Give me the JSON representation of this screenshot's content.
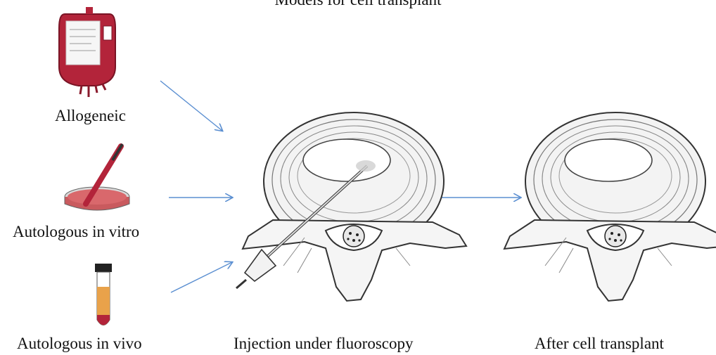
{
  "title": "Models for cell transplant",
  "sources": [
    {
      "label": "Allogeneic",
      "icon": "blood-bag-icon"
    },
    {
      "label": "Autologous in vitro",
      "icon": "petri-dish-icon"
    },
    {
      "label": "Autologous in vivo",
      "icon": "test-tube-icon"
    }
  ],
  "steps": [
    {
      "label": "Injection under fluoroscopy",
      "icon": "vertebra-with-needle-icon"
    },
    {
      "label": "After cell transplant",
      "icon": "vertebra-icon"
    }
  ],
  "colors": {
    "arrow": "#5b8fd1",
    "blood": "#b3243a",
    "tube_fluid": "#e9a24a",
    "bone_outline": "#333333"
  }
}
